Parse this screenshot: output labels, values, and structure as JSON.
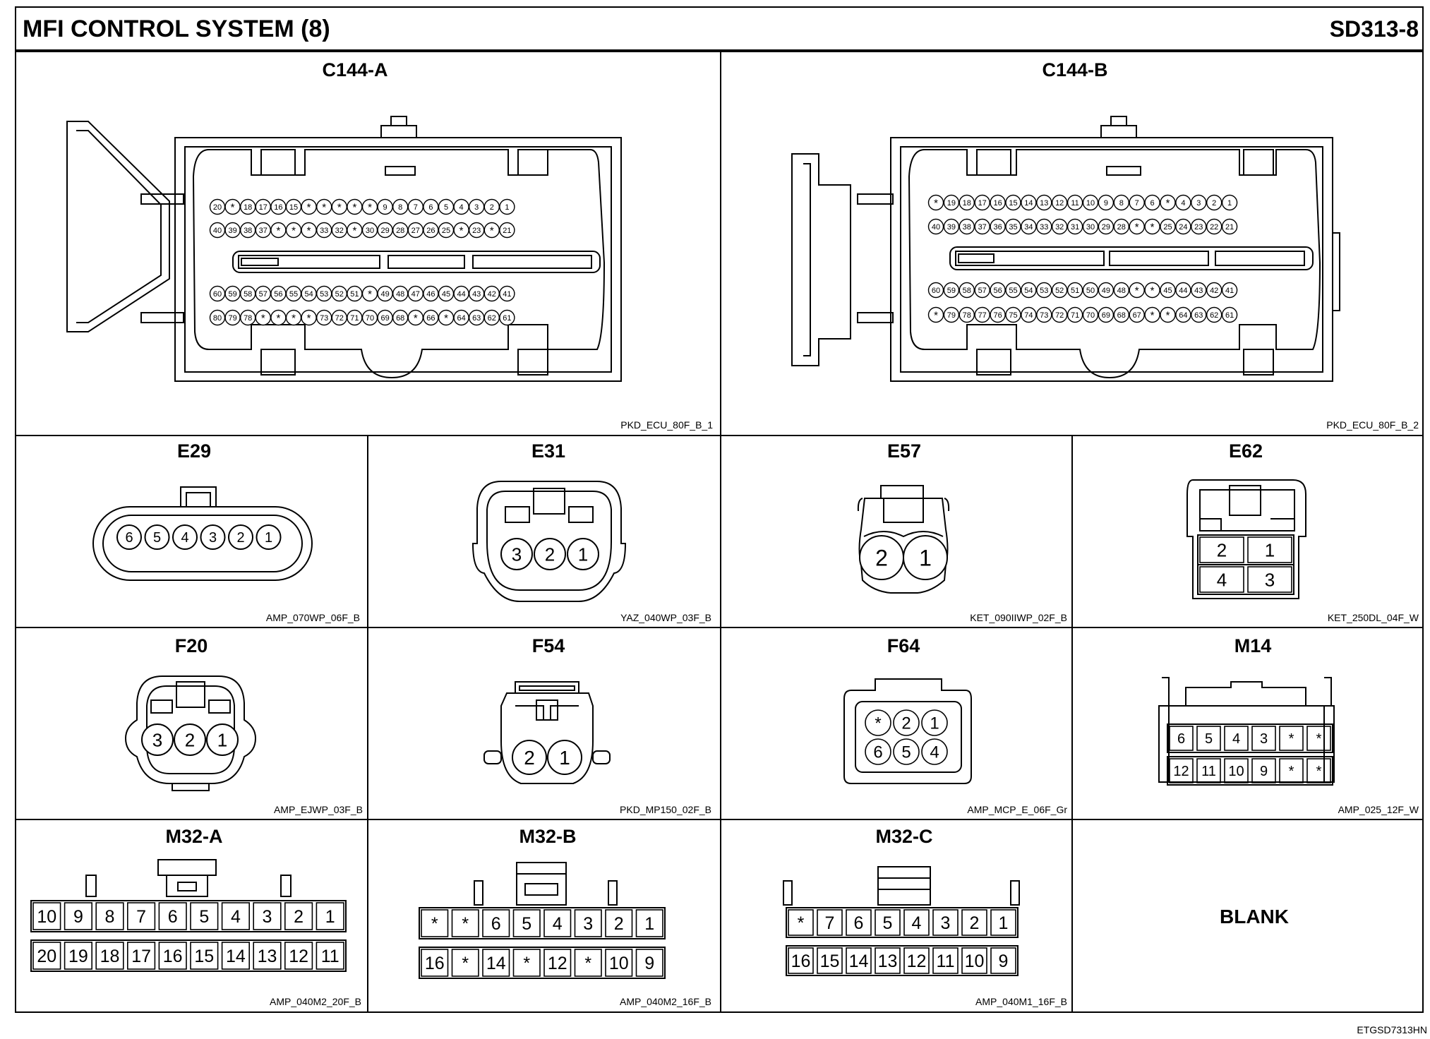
{
  "header": {
    "title": "MFI CONTROL SYSTEM (8)",
    "page_code": "SD313-8"
  },
  "footer": {
    "doc_code": "ETGSD7313HN"
  },
  "c144a": {
    "title": "C144-A",
    "part": "PKD_ECU_80F_B_1",
    "rows": [
      [
        "20",
        "*",
        "18",
        "17",
        "16",
        "15",
        "*",
        "*",
        "*",
        "*",
        "*",
        "9",
        "8",
        "7",
        "6",
        "5",
        "4",
        "3",
        "2",
        "1"
      ],
      [
        "40",
        "39",
        "38",
        "37",
        "*",
        "*",
        "*",
        "33",
        "32",
        "*",
        "30",
        "29",
        "28",
        "27",
        "26",
        "25",
        "*",
        "23",
        "*",
        "21"
      ],
      [
        "60",
        "59",
        "58",
        "57",
        "56",
        "55",
        "54",
        "53",
        "52",
        "51",
        "*",
        "49",
        "48",
        "47",
        "46",
        "45",
        "44",
        "43",
        "42",
        "41"
      ],
      [
        "80",
        "79",
        "78",
        "*",
        "*",
        "*",
        "*",
        "73",
        "72",
        "71",
        "70",
        "69",
        "68",
        "*",
        "66",
        "*",
        "64",
        "63",
        "62",
        "61"
      ]
    ]
  },
  "c144b": {
    "title": "C144-B",
    "part": "PKD_ECU_80F_B_2",
    "rows": [
      [
        "*",
        "19",
        "18",
        "17",
        "16",
        "15",
        "14",
        "13",
        "12",
        "11",
        "10",
        "9",
        "8",
        "7",
        "6",
        "*",
        "4",
        "3",
        "2",
        "1"
      ],
      [
        "40",
        "39",
        "38",
        "37",
        "36",
        "35",
        "34",
        "33",
        "32",
        "31",
        "30",
        "29",
        "28",
        "*",
        "*",
        "25",
        "24",
        "23",
        "22",
        "21"
      ],
      [
        "60",
        "59",
        "58",
        "57",
        "56",
        "55",
        "54",
        "53",
        "52",
        "51",
        "50",
        "49",
        "48",
        "*",
        "*",
        "45",
        "44",
        "43",
        "42",
        "41"
      ],
      [
        "*",
        "79",
        "78",
        "77",
        "76",
        "75",
        "74",
        "73",
        "72",
        "71",
        "70",
        "69",
        "68",
        "67",
        "*",
        "*",
        "64",
        "63",
        "62",
        "61"
      ]
    ]
  },
  "e29": {
    "title": "E29",
    "part": "AMP_070WP_06F_B",
    "pins": [
      "6",
      "5",
      "4",
      "3",
      "2",
      "1"
    ]
  },
  "e31": {
    "title": "E31",
    "part": "YAZ_040WP_03F_B",
    "pins": [
      "3",
      "2",
      "1"
    ]
  },
  "e57": {
    "title": "E57",
    "part": "KET_090IIWP_02F_B",
    "pins": [
      "2",
      "1"
    ]
  },
  "e62": {
    "title": "E62",
    "part": "KET_250DL_04F_W",
    "rows": [
      [
        "2",
        "1"
      ],
      [
        "4",
        "3"
      ]
    ]
  },
  "f20": {
    "title": "F20",
    "part": "AMP_EJWP_03F_B",
    "pins": [
      "3",
      "2",
      "1"
    ]
  },
  "f54": {
    "title": "F54",
    "part": "PKD_MP150_02F_B",
    "pins": [
      "2",
      "1"
    ]
  },
  "f64": {
    "title": "F64",
    "part": "AMP_MCP_E_06F_Gr",
    "rows": [
      [
        "*",
        "2",
        "1"
      ],
      [
        "6",
        "5",
        "4"
      ]
    ]
  },
  "m14": {
    "title": "M14",
    "part": "AMP_025_12F_W",
    "rows": [
      [
        "6",
        "5",
        "4",
        "3",
        "*",
        "*"
      ],
      [
        "12",
        "11",
        "10",
        "9",
        "*",
        "*"
      ]
    ]
  },
  "m32a": {
    "title": "M32-A",
    "part": "AMP_040M2_20F_B",
    "rows": [
      [
        "10",
        "9",
        "8",
        "7",
        "6",
        "5",
        "4",
        "3",
        "2",
        "1"
      ],
      [
        "20",
        "19",
        "18",
        "17",
        "16",
        "15",
        "14",
        "13",
        "12",
        "11"
      ]
    ]
  },
  "m32b": {
    "title": "M32-B",
    "part": "AMP_040M2_16F_B",
    "rows": [
      [
        "*",
        "*",
        "6",
        "5",
        "4",
        "3",
        "2",
        "1"
      ],
      [
        "16",
        "*",
        "14",
        "*",
        "12",
        "*",
        "10",
        "9"
      ]
    ]
  },
  "m32c": {
    "title": "M32-C",
    "part": "AMP_040M1_16F_B",
    "rows": [
      [
        "*",
        "7",
        "6",
        "5",
        "4",
        "3",
        "2",
        "1"
      ],
      [
        "16",
        "15",
        "14",
        "13",
        "12",
        "11",
        "10",
        "9"
      ]
    ]
  },
  "blank": {
    "label": "BLANK"
  }
}
